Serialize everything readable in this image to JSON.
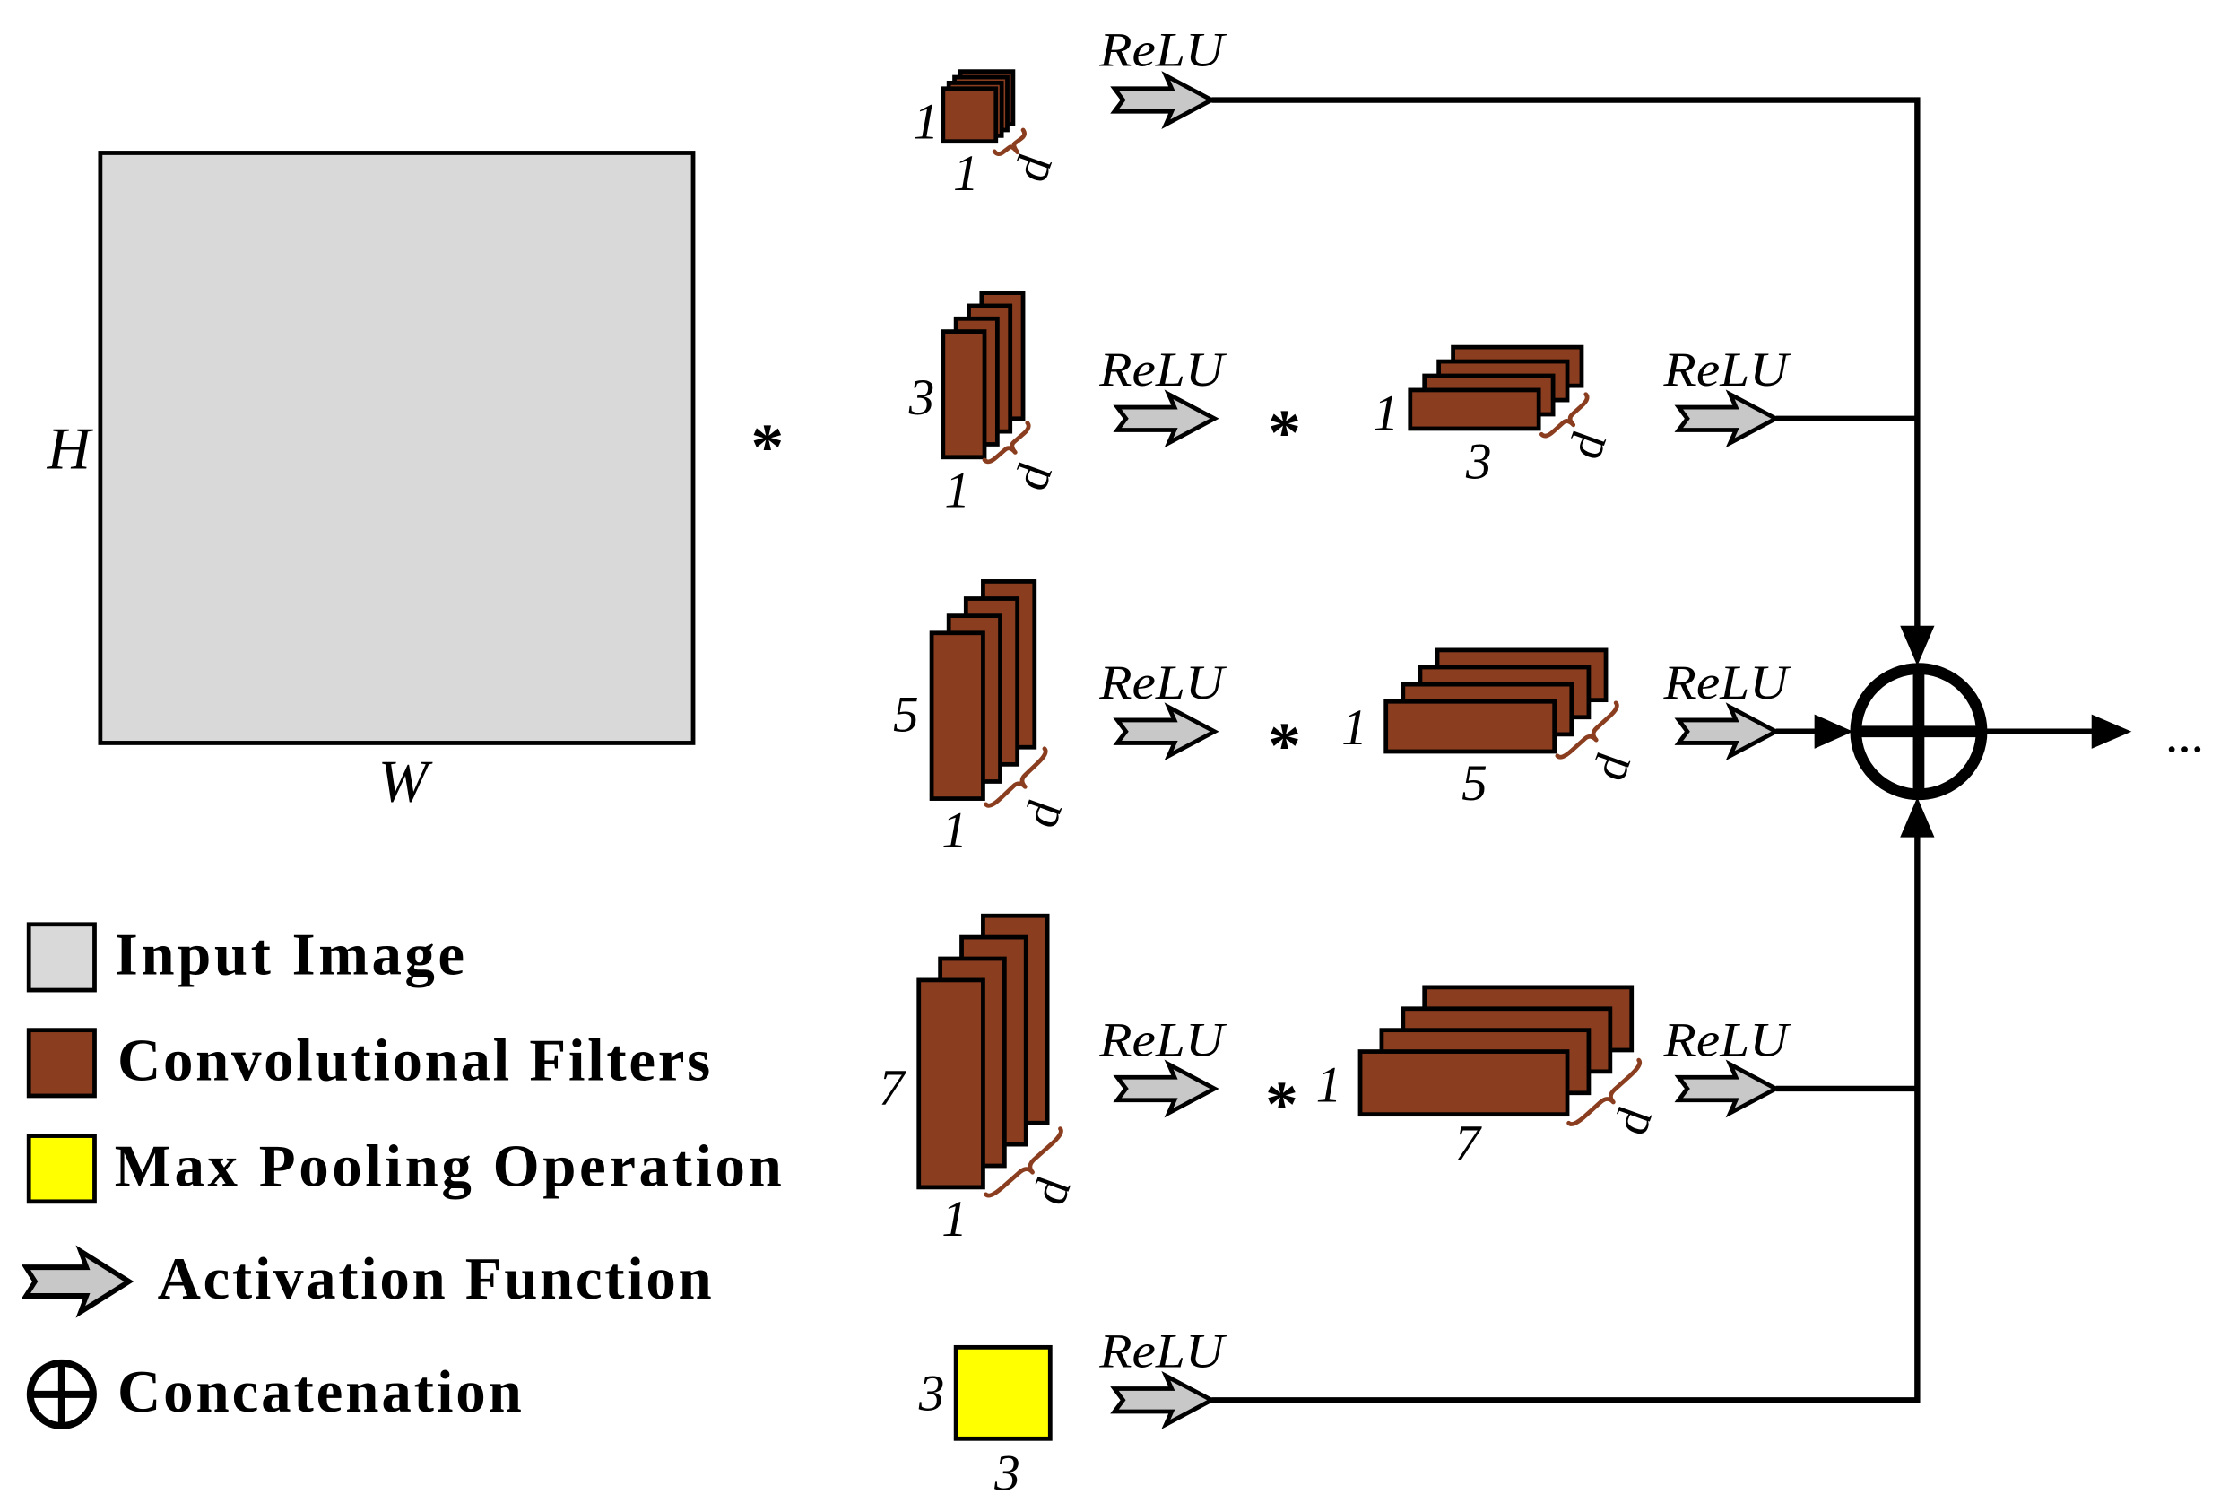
{
  "colors": {
    "input_image": "#d9d9d9",
    "filter": "#8b3e1f",
    "max_pool": "#ffff00",
    "activation": "#c8c8c8",
    "brace": "#8b3e1f",
    "line": "#000000"
  },
  "input_image": {
    "height_label": "H",
    "width_label": "W"
  },
  "convolution_symbol": "*",
  "branches": [
    {
      "first_filter": {
        "height": "1",
        "width": "1",
        "depth": "d"
      },
      "first_activation": "ReLU"
    },
    {
      "first_filter": {
        "height": "3",
        "width": "1",
        "depth": "d"
      },
      "first_activation": "ReLU",
      "operator": "*",
      "second_filter": {
        "height": "1",
        "width": "3",
        "depth": "d"
      },
      "second_activation": "ReLU"
    },
    {
      "first_filter": {
        "height": "5",
        "width": "1",
        "depth": "d"
      },
      "first_activation": "ReLU",
      "operator": "*",
      "second_filter": {
        "height": "1",
        "width": "5",
        "depth": "d"
      },
      "second_activation": "ReLU"
    },
    {
      "first_filter": {
        "height": "7",
        "width": "1",
        "depth": "d"
      },
      "first_activation": "ReLU",
      "operator": "*",
      "second_filter": {
        "height": "1",
        "width": "7",
        "depth": "d"
      },
      "second_activation": "ReLU"
    },
    {
      "pooling": {
        "height": "3",
        "width": "3"
      },
      "activation": "ReLU"
    }
  ],
  "output": {
    "continuation": "..."
  },
  "legend": [
    {
      "label": "Input Image",
      "icon": "gray-square-icon"
    },
    {
      "label": "Convolutional Filters",
      "icon": "brown-square-icon"
    },
    {
      "label": "Max Pooling Operation",
      "icon": "yellow-square-icon"
    },
    {
      "label": "Activation Function",
      "icon": "block-arrow-icon"
    },
    {
      "label": "Concatenation",
      "icon": "circle-plus-icon"
    }
  ]
}
